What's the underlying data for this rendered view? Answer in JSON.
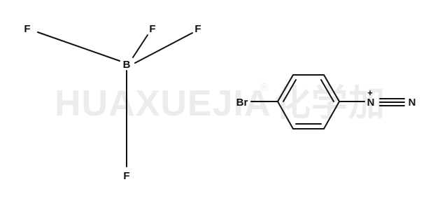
{
  "watermark": {
    "text": "HUAXUEJIA",
    "registered": "®",
    "chinese": "化学加"
  },
  "molecules": {
    "tetrafluoroborate": {
      "center": "B",
      "ligands": [
        "F",
        "F",
        "F",
        "F"
      ]
    },
    "diazonium": {
      "substituent": "Br",
      "diazo_n1": "N",
      "diazo_n1_charge": "+",
      "diazo_n2": "N"
    }
  }
}
